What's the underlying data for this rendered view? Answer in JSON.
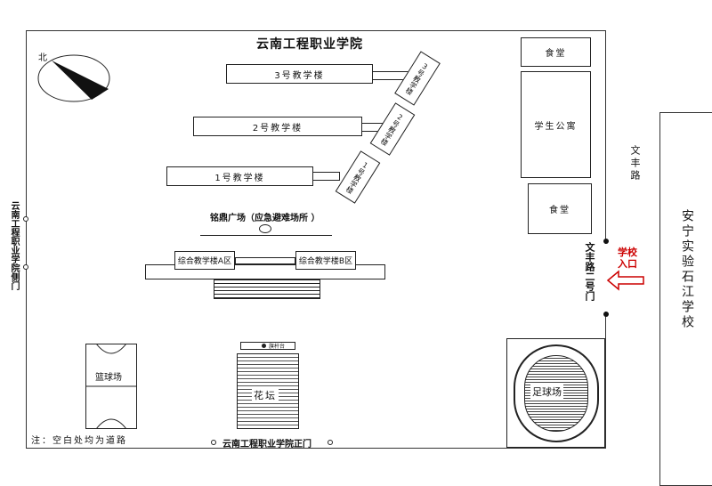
{
  "title": "云南工程职业学院",
  "compass": {
    "label": "北"
  },
  "buildings": {
    "b3": "3号教学楼",
    "b2": "2号教学楼",
    "b1": "1号教学楼",
    "w3": "3号教学楼",
    "w2": "2号教学楼",
    "w1": "1号教学楼",
    "canteen_top": "食堂",
    "dorm": "学生公寓",
    "canteen_bottom": "食堂",
    "complex_a": "综合教学楼A区",
    "complex_b": "综合教学楼B区"
  },
  "plaza": "铭鼎广场（应急避难场所 ）",
  "basketball": "篮球场",
  "flower_bed": "花坛",
  "flagpole": "旗杆台",
  "football": "足球场",
  "road_east": "文丰路",
  "gate_east": "文丰路二号门",
  "entrance": "学校入口",
  "neighbor": "安宁实验石江学校",
  "side_gate": "云南工程职业学院侧门",
  "main_gate": "云南工程职业学院正门",
  "note": "注：空白处均为道路",
  "colors": {
    "entrance": "#cc0000",
    "line": "#222222"
  }
}
